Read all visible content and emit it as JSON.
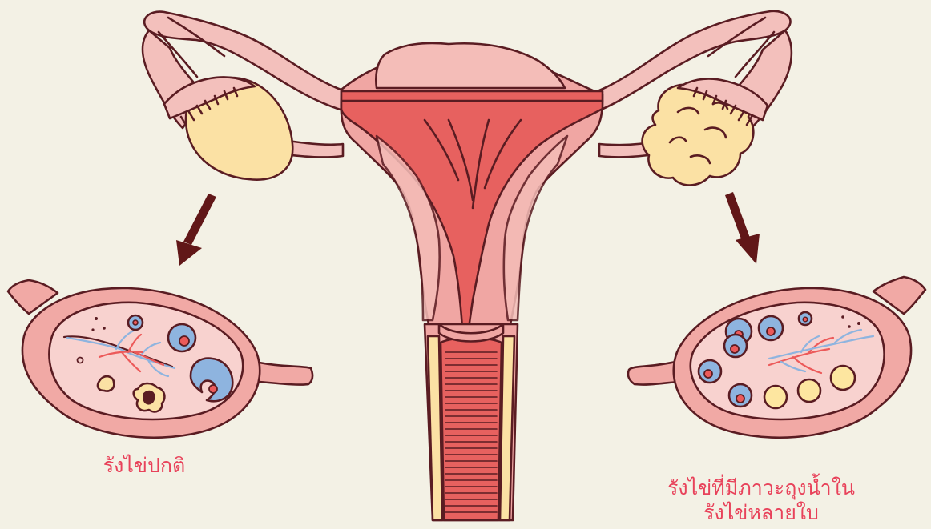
{
  "labels": {
    "normal_ovary": "รังไข่ปกติ",
    "pcos_line1": "รังไข่ที่มีภาวะถุงน้ำใน",
    "pcos_line2": "รังไข่หลายใบ"
  },
  "colors": {
    "background": "#f3f1e5",
    "outline": "#5a1c22",
    "tissue_pink": "#f1b4b2",
    "uterus_light": "#f0a6a3",
    "uterus_inner": "#e7615f",
    "ovary_yellow": "#fbe1a4",
    "follicle_blue": "#8eb4df",
    "follicle_yellow": "#fde6a0",
    "arrow": "#611718",
    "label_red": "#e8425a"
  }
}
